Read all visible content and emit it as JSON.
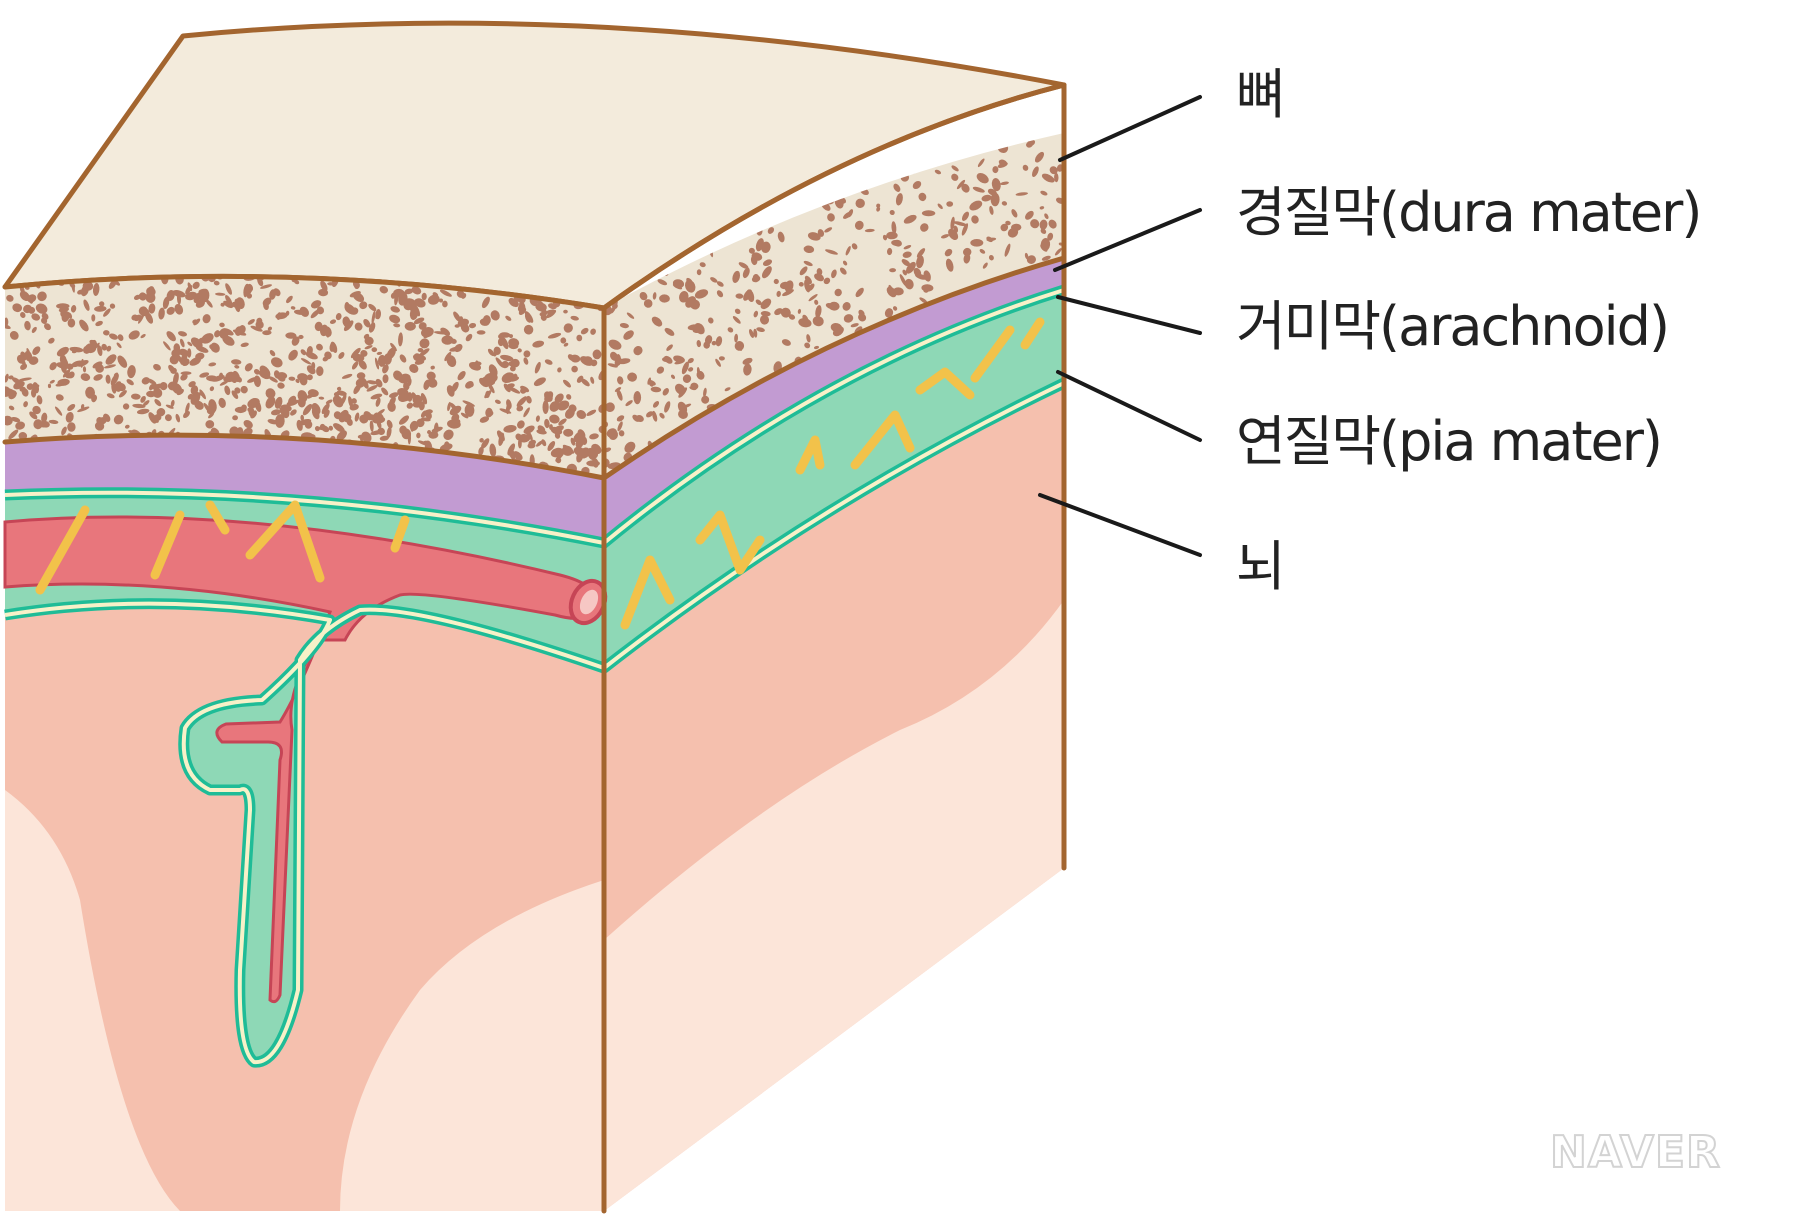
{
  "labels": {
    "bone": "뼈",
    "dura": "경질막(dura mater)",
    "arachnoid": "거미막(arachnoid)",
    "pia": "연질막(pia mater)",
    "brain": "뇌"
  },
  "watermark": "NAVER",
  "colors": {
    "bone_top": "#f3ebdc",
    "bone_spongy": "#ede4d3",
    "bone_spots": "#b27a62",
    "outline": "#a3652f",
    "dura": "#c29bd2",
    "subarachnoid": "#8ed8b6",
    "membrane_line": "#1fbc97",
    "membrane_inner": "#f7f1c8",
    "brain": "#f5c0ae",
    "brain_light": "#fce5d9",
    "vessel": "#e8767c",
    "vessel_edge": "#c64556",
    "trabeculae": "#f2c24a",
    "leader": "#1a1a1a"
  }
}
